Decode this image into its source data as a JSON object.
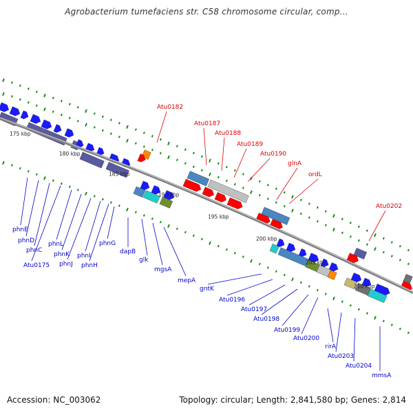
{
  "title": "Agrobacterium tumefaciens str. C58 chromosome circular, comp...",
  "footer": {
    "accession": "Accession: NC_003062",
    "topology": "Topology: circular; Length: 2,841,580 bp; Genes: 2,814"
  },
  "colors": {
    "backbone": "#808080",
    "gc_dots": "#1a8a1a",
    "label_red": "#dd0000",
    "label_blue": "#0000cc",
    "blue": "#1a1aff",
    "navy": "#5a5aa0",
    "steelblue": "#4a86c0",
    "silver": "#c0c0c0",
    "red": "#ff0000",
    "orange": "#ff8800",
    "cyan": "#22cccc",
    "olive": "#6f8f2f",
    "khaki": "#c8b870",
    "gray": "#707070"
  },
  "ticks": [
    "175 kbp",
    "180 kbp",
    "185 kbp",
    "190 kbp",
    "195 kbp",
    "200 kbp",
    "205 kbp",
    "210 kbp"
  ],
  "labels_top": [
    "Atu0182",
    "Atu0187",
    "Atu0188",
    "Atu0189",
    "Atu0190",
    "glnA",
    "ordL",
    "Atu0202"
  ],
  "labels_bottom": [
    "phnE",
    "phnD",
    "phnC",
    "Atu0175",
    "phnL",
    "phnK",
    "phnJ",
    "phnI",
    "phnH",
    "phnG",
    "dapB",
    "glk",
    "mgsA",
    "mepA",
    "gntK",
    "Atu0196",
    "Atu0197",
    "Atu0198",
    "Atu0199",
    "Atu0200",
    "rirA",
    "Atu0203",
    "Atu0204",
    "mmsA"
  ]
}
